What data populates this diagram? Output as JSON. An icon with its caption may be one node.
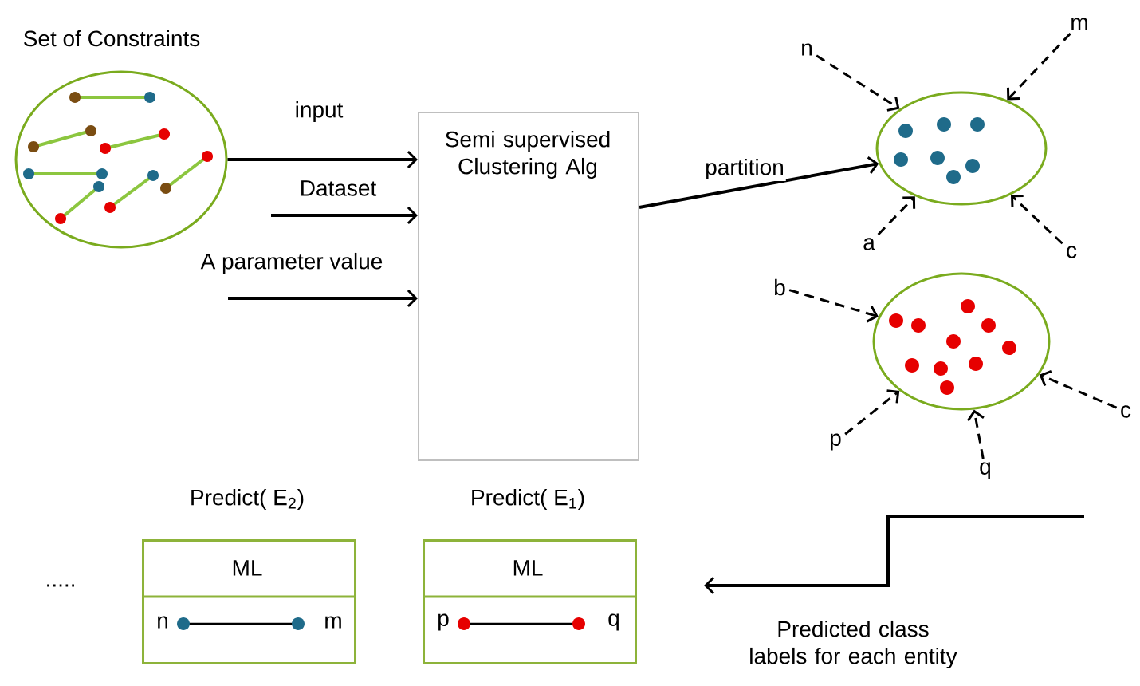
{
  "diagram": {
    "nodes": [
      {
        "text": [
          "Set of Constraints"
        ]
      },
      {
        "text": [
          "Semi supervised Clustering Alg"
        ]
      },
      {
        "text": [],
        "shape": "circle"
      },
      {
        "text": [],
        "shape": "circle"
      },
      {
        "text": [
          "Predict( E$_{2}$)",
          "ML",
          "n",
          "m"
        ]
      },
      {
        "text": [
          "Predict( E$_{1}$)",
          "ML",
          "p",
          "q"
        ]
      },
      {
        "text": [
          "n"
        ]
      },
      {
        "text": [
          "m"
        ]
      },
      {
        "text": [
          "a"
        ]
      },
      {
        "text": [
          "c"
        ]
      },
      {
        "text": [
          "b"
        ]
      },
      {
        "text": [
          "p"
        ]
      },
      {
        "text": [
          "q"
        ]
      },
      {
        "text": [
          "c"
        ]
      }
    ],
    "edges": [
      {
        "from": 0,
        "to": 1,
        "arrow": "to",
        "label": "input"
      },
      {
        "from": null,
        "to": 1,
        "arrow": "to",
        "label": "Dataset"
      },
      {
        "from": null,
        "to": 1,
        "arrow": "to",
        "label": "A parameter value"
      },
      {
        "from": 1,
        "to": 2,
        "arrow": "to",
        "label": "partition"
      },
      {
        "from": 6,
        "to": 2,
        "arrow": "to",
        "style": "dashed"
      },
      {
        "from": 7,
        "to": 2,
        "arrow": "to",
        "style": "dashed"
      },
      {
        "from": 8,
        "to": 2,
        "arrow": "to",
        "style": "dashed"
      },
      {
        "from": 9,
        "to": 2,
        "arrow": "to",
        "style": "dashed"
      },
      {
        "from": 10,
        "to": 3,
        "arrow": "to",
        "style": "dashed"
      },
      {
        "from": 11,
        "to": 3,
        "arrow": "to",
        "style": "dashed"
      },
      {
        "from": 12,
        "to": 3,
        "arrow": "to",
        "style": "dashed"
      },
      {
        "from": 13,
        "to": 3,
        "arrow": "to",
        "style": "dashed"
      },
      {
        "from": null,
        "to": 5,
        "arrow": "to",
        "label": "Predicted class labels for each entity"
      }
    ],
    "labels": [
      "....."
    ]
  }
}
